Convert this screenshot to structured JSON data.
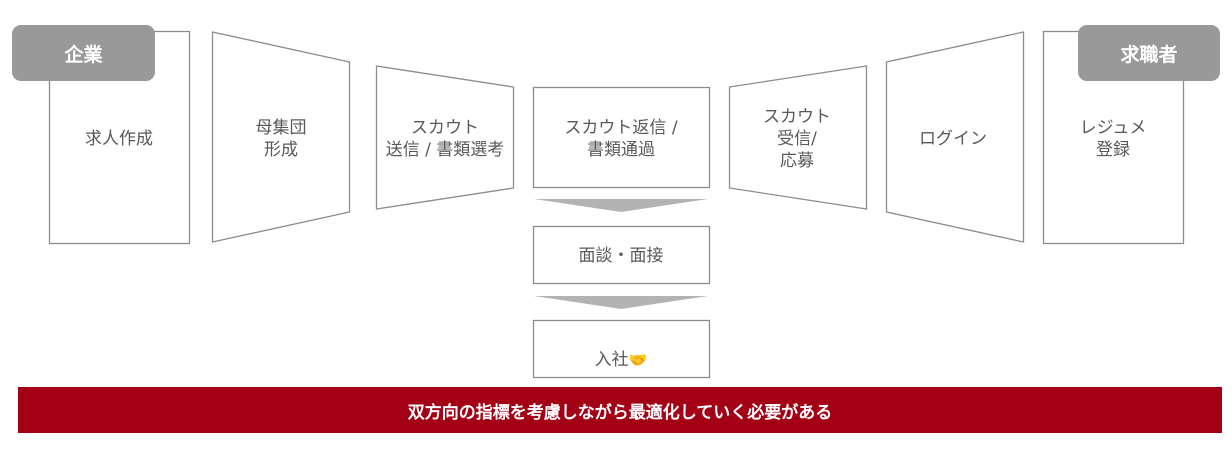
{
  "sides": {
    "company": {
      "label": "企業"
    },
    "job_seeker": {
      "label": "求職者"
    }
  },
  "company_steps": [
    {
      "label": "求人作成"
    },
    {
      "label": "母集団\n形成"
    },
    {
      "label": "スカウト\n送信 / 書類選考"
    }
  ],
  "center_steps": [
    {
      "label": "スカウト返信 /\n書類通過"
    },
    {
      "label": "面談・面接"
    },
    {
      "label": "入社",
      "icon": "🤝"
    }
  ],
  "seeker_steps": [
    {
      "label": "スカウト\n受信/\n応募"
    },
    {
      "label": "ログイン"
    },
    {
      "label": "レジュメ\n登録"
    }
  ],
  "banner": {
    "text": "双方向の指標を考慮しながら最適化していく必要がある"
  },
  "colors": {
    "badge": "#999999",
    "stroke": "#8c8c8c",
    "arrow": "#b3b3b3",
    "banner": "#a30016",
    "text": "#595959"
  }
}
